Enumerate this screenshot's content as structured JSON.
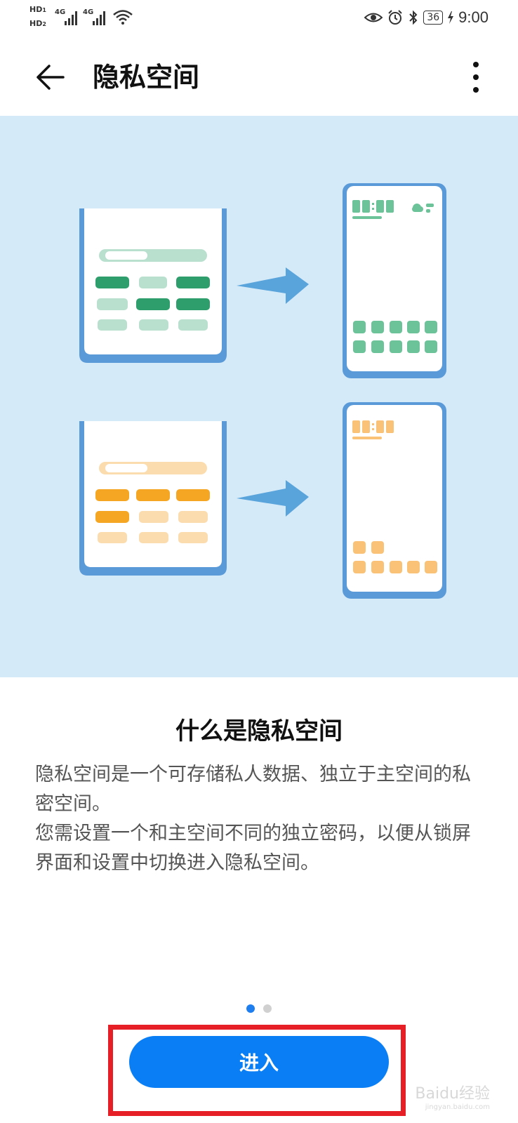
{
  "status_bar": {
    "hd1": "HD",
    "hd1_sub": "1",
    "hd2": "HD",
    "hd2_sub": "2",
    "net1": "4G",
    "net2": "4G",
    "battery": "36",
    "time": "9:00",
    "icons": [
      "eye-icon",
      "alarm-icon",
      "bluetooth-icon",
      "charging-icon",
      "wifi-icon",
      "signal-icon"
    ]
  },
  "app_bar": {
    "title": "隐私空间"
  },
  "intro": {
    "title": "什么是隐私空间",
    "paragraph1": "隐私空间是一个可存储私人数据、独立于主空间的私密空间。",
    "paragraph2": "您需设置一个和主空间不同的独立密码，以便从锁屏界面和设置中切换进入隐私空间。"
  },
  "pager": {
    "total": 2,
    "current": 1
  },
  "enter_button": {
    "label": "进入"
  },
  "watermark": {
    "text": "Baidu经验",
    "sub": "jingyan.baidu.com"
  },
  "colors": {
    "accent": "#0a7ff5",
    "illustration_bg": "#d5eaf8",
    "phone_frame": "#6aaae0",
    "green_dark": "#2e9e6c",
    "green_light": "#b9e0cf",
    "green_icon": "#6cc399",
    "orange_dark": "#f5a623",
    "orange_light": "#fbdcae",
    "orange_icon": "#f9c277",
    "highlight": "#e61e25"
  }
}
